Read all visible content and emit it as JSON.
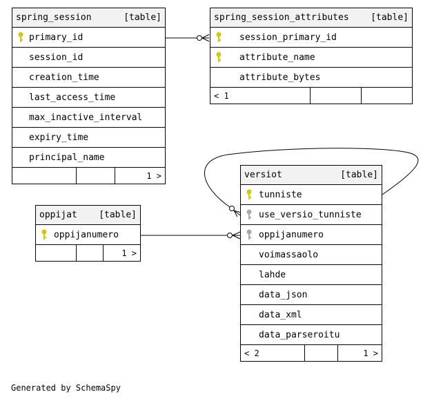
{
  "tables": {
    "spring_session": {
      "name": "spring_session",
      "tag": "[table]",
      "columns": [
        "primary_id",
        "session_id",
        "creation_time",
        "last_access_time",
        "max_inactive_interval",
        "expiry_time",
        "principal_name"
      ],
      "footer": {
        "parents": "",
        "mid": "",
        "children": "1 >"
      }
    },
    "spring_session_attributes": {
      "name": "spring_session_attributes",
      "tag": "[table]",
      "columns": [
        "session_primary_id",
        "attribute_name",
        "attribute_bytes"
      ],
      "footer": {
        "parents": "< 1",
        "mid": "",
        "children": ""
      }
    },
    "oppijat": {
      "name": "oppijat",
      "tag": "[table]",
      "columns": [
        "oppijanumero"
      ],
      "footer": {
        "parents": "",
        "mid": "",
        "children": "1 >"
      }
    },
    "versiot": {
      "name": "versiot",
      "tag": "[table]",
      "columns": [
        "tunniste",
        "use_versio_tunniste",
        "oppijanumero",
        "voimassaolo",
        "lahde",
        "data_json",
        "data_xml",
        "data_parseroitu"
      ],
      "footer": {
        "parents": "< 2",
        "mid": "",
        "children": "1 >"
      }
    }
  },
  "key_colors": {
    "primary": "#d4c800",
    "foreign": "#a8a8a8"
  },
  "caption": "Generated by SchemaSpy"
}
